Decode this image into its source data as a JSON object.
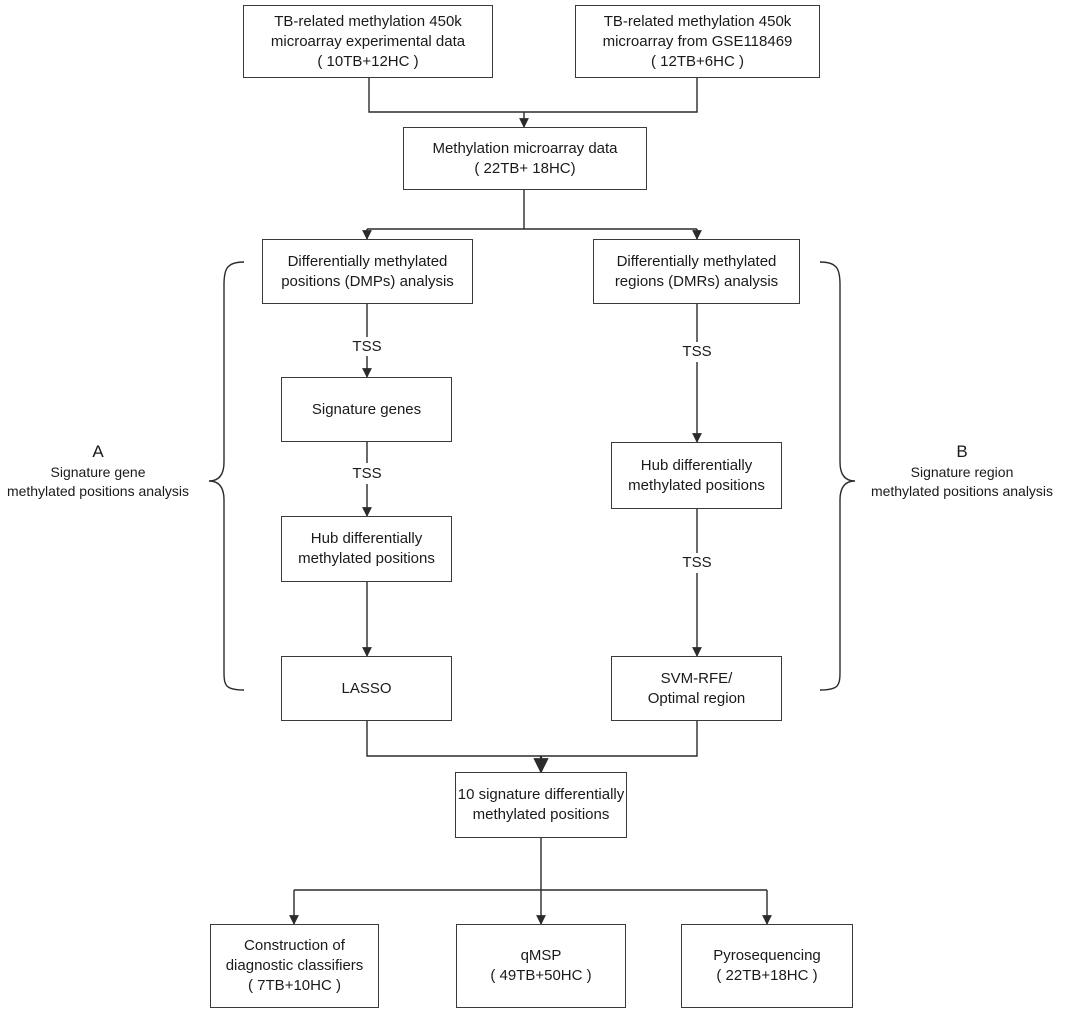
{
  "boxes": {
    "source1": [
      "TB-related methylation 450k",
      "microarray experimental data",
      "( 10TB+12HC )"
    ],
    "source2": [
      "TB-related methylation 450k",
      "microarray from GSE118469",
      "( 12TB+6HC )"
    ],
    "merged": [
      "Methylation microarray data",
      "( 22TB+ 18HC)"
    ],
    "dmp": [
      "Differentially methylated",
      "positions (DMPs) analysis"
    ],
    "dmr": [
      "Differentially methylated",
      "regions (DMRs) analysis"
    ],
    "sig_genes": [
      "Signature genes"
    ],
    "hub_left": [
      "Hub differentially",
      "methylated positions"
    ],
    "hub_right": [
      "Hub differentially",
      "methylated positions"
    ],
    "lasso": [
      "LASSO"
    ],
    "svm": [
      "SVM-RFE/",
      "Optimal region"
    ],
    "ten_sig": [
      "10 signature differentially",
      "methylated positions"
    ],
    "classifiers": [
      "Construction of",
      "diagnostic classifiers",
      "( 7TB+10HC )"
    ],
    "qmsp": [
      "qMSP",
      "( 49TB+50HC )"
    ],
    "pyro": [
      "Pyrosequencing",
      "( 22TB+18HC )"
    ]
  },
  "edge_labels": {
    "left_tss_1": "TSS",
    "left_tss_2": "TSS",
    "right_tss_1": "TSS",
    "right_tss_2": "TSS"
  },
  "side_labels": {
    "a_letter": "A",
    "a_line1": "Signature gene",
    "a_line2": "methylated positions analysis",
    "b_letter": "B",
    "b_line1": "Signature region",
    "b_line2": "methylated positions analysis"
  },
  "colors": {
    "line": "#2b2b2b",
    "border": "#3a3a3a",
    "text": "#1a1a1a"
  }
}
